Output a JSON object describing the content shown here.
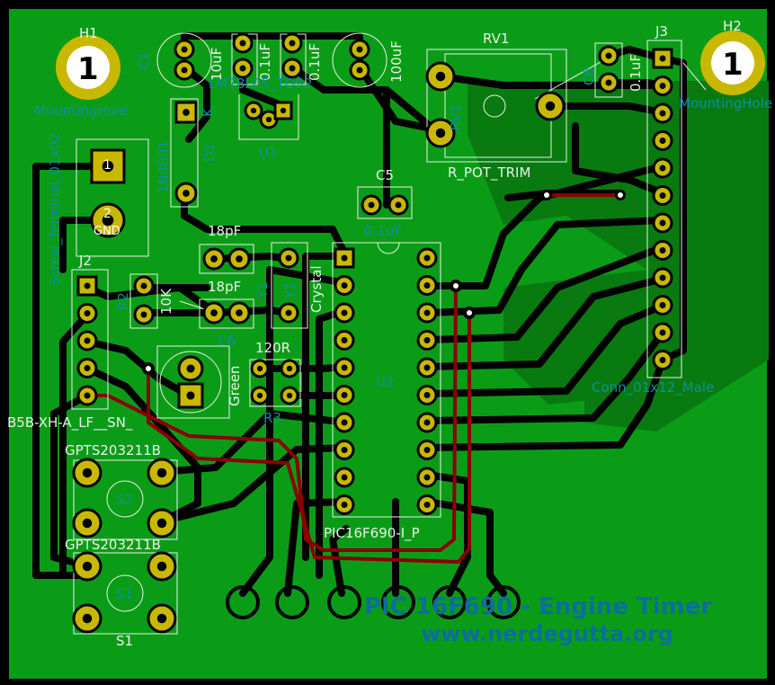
{
  "colors": {
    "background": "#000000",
    "board": "#0b9c17",
    "copper_fill": "#087a10",
    "trace_back": "#000000",
    "trace_front": "#8a0000",
    "pad": "#c9b800",
    "pad_hole": "#000000",
    "silkscreen": "#e8f2e8",
    "fab_text": "#0d8fa0",
    "brand_text": "#0c6e9c"
  },
  "labels": {
    "h1_ref": "H1",
    "h1_num": "1",
    "h1_value": "MountingHole",
    "h2_ref": "H2",
    "h2_num": "1",
    "h2_value": "MountingHole",
    "c1_ref": "C1",
    "c1_value": "10uF",
    "c2_value": "0.1uF",
    "c3_value": "0.1uF",
    "c4_value": "100uF",
    "u1_value": "LM78L05_TO92",
    "u1_ref": "U1",
    "d1_value": "1N4001",
    "d1_ref": "D1",
    "d1_k": "K",
    "rv1_ref": "RV1",
    "rv1_value": "R_POT_TRIM",
    "c8_ref": "C8",
    "c8_value": "0.1uF",
    "j3_ref": "J3",
    "j3_value": "Conn_01x12_Male",
    "j1_value": "Screw_Terminal_01x02",
    "j1_pin1": "1",
    "j1_pin2": "2",
    "j1_gnd": "GND",
    "c5_ref": "C5",
    "c5_value": "0.1uF",
    "c_18pf_a": "18pF",
    "c_18pf_b": "18pF",
    "c6_ref": "C6",
    "y1_ref": "Y1",
    "y1_value": "Crystal",
    "j2_ref": "J2",
    "j2_value": "B5B-XH-A_LF__SN_",
    "r2_ref": "R2",
    "r2_value": "10K",
    "led_value": "Green",
    "r3_value": "120R",
    "r3_ref": "R3",
    "u2_ref": "U2",
    "u2_value": "PIC16F690-I_P",
    "s2_value": "GPTS203211B",
    "s2_ref": "S2",
    "s1_value": "GPTS203211B",
    "s1_ref": "S1",
    "brand_line1": "PIC 16F690 - Engine Timer",
    "brand_line2": "www.nerdegutta.org"
  }
}
